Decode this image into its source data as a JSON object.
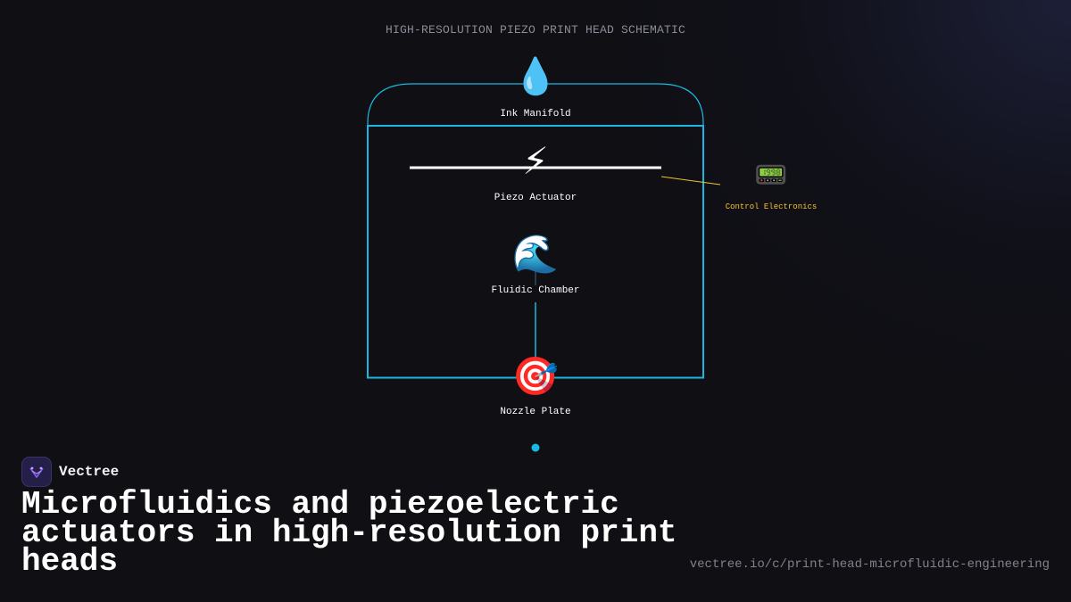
{
  "schematic": {
    "title": "HIGH-RESOLUTION PIEZO PRINT HEAD SCHEMATIC",
    "nodes": [
      {
        "id": "ink-manifold",
        "icon": "droplet-icon",
        "glyph": "💧",
        "label": "Ink Manifold"
      },
      {
        "id": "piezo-actuator",
        "icon": "lightning-icon",
        "glyph": "⚡",
        "label": "Piezo Actuator"
      },
      {
        "id": "fluidic-chamber",
        "icon": "wave-icon",
        "glyph": "🌊",
        "label": "Fluidic Chamber"
      },
      {
        "id": "nozzle-plate",
        "icon": "target-icon",
        "glyph": "🎯",
        "label": "Nozzle Plate"
      },
      {
        "id": "control-electronics",
        "icon": "pager-icon",
        "glyph": "📟",
        "label": "Control Electronics"
      }
    ],
    "colors": {
      "housing": "#1ab8e0",
      "control_link": "#f4c430",
      "actuator_bar": "#ffffff",
      "droplet": "#1ab8e0"
    }
  },
  "brand": {
    "name": "Vectree",
    "logo_icon": "vectree-logo-icon",
    "accent": "#8a5cf6"
  },
  "headline": "Microfluidics and piezoelectric actuators in high-resolution print heads",
  "url": "vectree.io/c/print-head-microfluidic-engineering"
}
